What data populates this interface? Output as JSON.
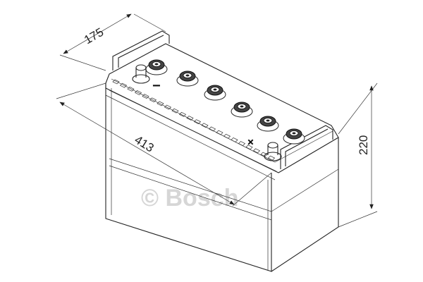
{
  "drawing": {
    "subject": "battery",
    "dimensions": {
      "depth": "175",
      "length": "413",
      "height": "220"
    },
    "terminal_marks": {
      "negative": "−",
      "positive": "+"
    },
    "watermark": "© Bosch"
  },
  "colors": {
    "line": "#222222",
    "watermark": "#d6d6d6",
    "background": "#ffffff"
  }
}
